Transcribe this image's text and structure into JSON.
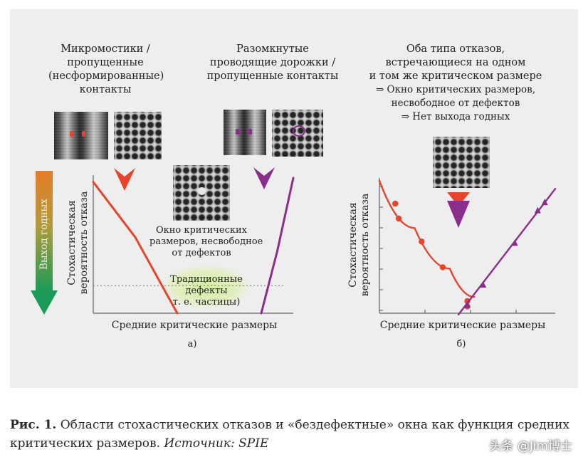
{
  "colors": {
    "red": "#e8442a",
    "purple": "#8a2d8c",
    "arrow_top": "#e07a2a",
    "arrow_bottom": "#1e9a55",
    "defect_glow": "#d8ebb6"
  },
  "panel_a": {
    "title1": [
      "Микромостики /",
      "пропущенные",
      "(несформированные)",
      "контакты"
    ],
    "title2": [
      "Разомкнутые",
      "проводящие дорожки /",
      "пропущенные контакты"
    ],
    "window_note": [
      "Окно критических",
      "размеров, несвободное",
      "от дефектов"
    ],
    "traditional": [
      "Традиционные",
      "дефекты",
      "т. е. частицы)"
    ],
    "yield_label": "Выход годных",
    "ylabel": [
      "Стохастическая",
      "вероятность отказа"
    ],
    "xlabel": "Средние критические размеры",
    "sub": "а)"
  },
  "panel_b": {
    "title": [
      "Оба типа отказов,",
      "встречающиеся на одном",
      "и том же критическом размере",
      "⇒ Окно критических размеров,",
      "несвободное от дефектов",
      "⇒ Нет выхода годных"
    ],
    "ylabel": [
      "Стохастическая",
      "вероятность отказа"
    ],
    "xlabel": "Средние критические размеры",
    "sub": "б)"
  },
  "caption": {
    "label": "Рис. 1.",
    "text": " Области стохастических отказов и «бездефектные» окна как функция средних критических размеров.",
    "source_label": "Источник:",
    "source": " SPIE"
  },
  "watermark": "头条 @Jim博士",
  "chart_data": [
    {
      "type": "line",
      "title": "",
      "xlabel": "Средние критические размеры",
      "ylabel": "Стохастическая вероятность отказа",
      "x_ticks": false,
      "series": [
        {
          "color": "#e8442a",
          "x": [
            0,
            0.21,
            0.42
          ],
          "y": [
            0.95,
            0.55,
            0.0
          ]
        },
        {
          "color": "#8a2d8c",
          "x": [
            0.84,
            0.92,
            1.0
          ],
          "y": [
            0.0,
            0.45,
            0.98
          ]
        }
      ],
      "reference_line": {
        "style": "dotted",
        "y": 0.2
      },
      "ylim": [
        0,
        1
      ],
      "xlim": [
        0,
        1
      ]
    },
    {
      "type": "scatter",
      "title": "",
      "xlabel": "Средние критические размеры",
      "ylabel": "Стохастическая вероятность отказа",
      "series": [
        {
          "color": "#e8442a",
          "marker": "circle",
          "x": [
            0.09,
            0.11,
            0.24,
            0.36,
            0.5,
            0.5
          ],
          "y": [
            0.81,
            0.7,
            0.53,
            0.34,
            0.09,
            0.05
          ],
          "fit_x": [
            0.0,
            0.2,
            0.4,
            0.54
          ],
          "fit_y": [
            0.98,
            0.63,
            0.33,
            0.12
          ]
        },
        {
          "color": "#8a2d8c",
          "marker": "triangle",
          "x": [
            0.5,
            0.59,
            0.77,
            0.9,
            0.94
          ],
          "y": [
            0.06,
            0.21,
            0.52,
            0.76,
            0.82
          ],
          "fit_x": [
            0.45,
            1.0
          ],
          "fit_y": [
            -0.01,
            0.92
          ]
        }
      ],
      "ylim": [
        0,
        1
      ],
      "xlim": [
        0,
        1
      ]
    }
  ]
}
